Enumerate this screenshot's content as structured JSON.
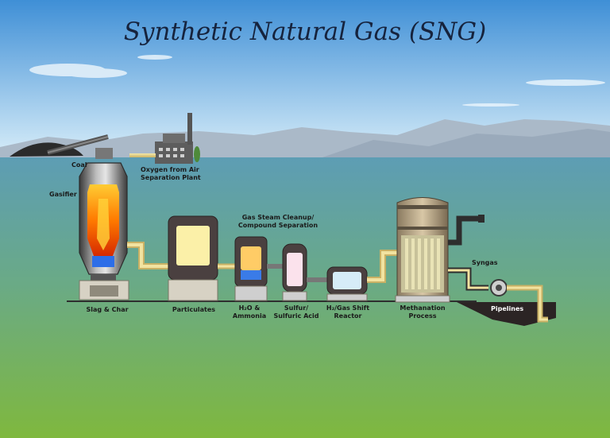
{
  "title": "Synthetic Natural Gas (SNG)",
  "labels": {
    "coal": "Coal",
    "oxygen_line1": "Oxygen from Air",
    "oxygen_line2": "Separation Plant",
    "gasifier": "Gasifier",
    "slag": "Slag & Char",
    "particulates": "Particulates",
    "cleanup_line1": "Gas Steam Cleanup/",
    "cleanup_line2": "Compound Separation",
    "h2o_line1": "H₂O &",
    "h2o_line2": "Ammonia",
    "sulfur_line1": "Sulfur/",
    "sulfur_line2": "Sulfuric Acid",
    "shift_line1": "H₂/Gas Shift",
    "shift_line2": "Reactor",
    "methanation_line1": "Methanation",
    "methanation_line2": "Process",
    "syngas": "Syngas",
    "pipelines": "Pipelines"
  },
  "colors": {
    "sky_top": "#3f8fd6",
    "sky_bottom": "#cfe8f7",
    "ground_top": "#5f9fb0",
    "ground_bottom": "#7cb342",
    "pipe": "#e8d48a",
    "vessel_dark": "#4a4a4a",
    "flame": "#ff6a00"
  }
}
